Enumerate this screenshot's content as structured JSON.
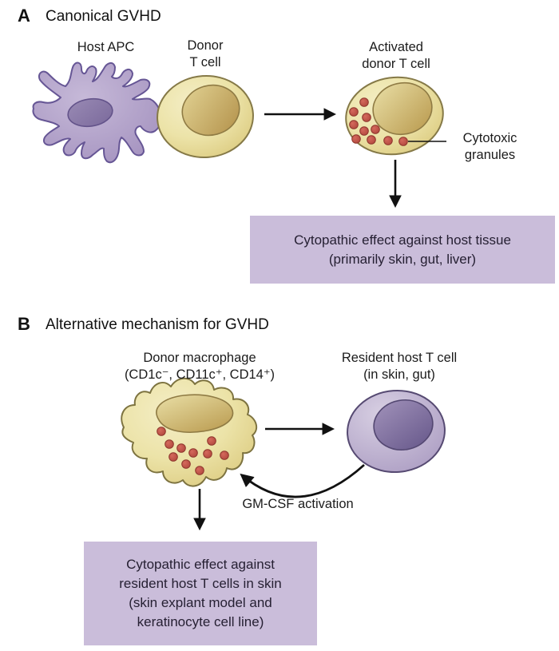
{
  "colors": {
    "box_fill": "#cabdda",
    "box_text": "#262033",
    "text": "#1b1b1b",
    "cell_yellow": "#ece3a8",
    "cell_purple": "#b9abd0",
    "granule_red": "#c5544a",
    "arrow_black": "#111111"
  },
  "panel_a": {
    "letter": "A",
    "title": "Canonical GVHD",
    "host_apc_label": "Host APC",
    "donor_t_label_line1": "Donor",
    "donor_t_label_line2": "T cell",
    "activated_label_line1": "Activated",
    "activated_label_line2": "donor T cell",
    "cytotoxic_label_line1": "Cytotoxic",
    "cytotoxic_label_line2": "granules",
    "outcome_line1": "Cytopathic effect against host tissue",
    "outcome_line2": "(primarily skin, gut, liver)"
  },
  "panel_b": {
    "letter": "B",
    "title": "Alternative mechanism for GVHD",
    "macrophage_label_line1": "Donor macrophage",
    "macrophage_label_line2": "(CD1c⁻, CD11c⁺, CD14⁺)",
    "resident_label_line1": "Resident host T cell",
    "resident_label_line2": "(in skin, gut)",
    "gmcsf_label": "GM-CSF activation",
    "outcome_line1": "Cytopathic effect against",
    "outcome_line2": "resident host T cells in skin",
    "outcome_line3": "(skin explant model and",
    "outcome_line4": "keratinocyte cell line)"
  }
}
